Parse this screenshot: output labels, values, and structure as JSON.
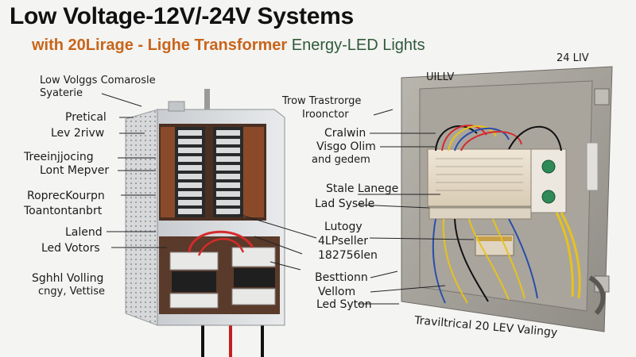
{
  "title": "Low Voltage-12V/-24V Systems",
  "subtitle_a": "with 20Lirage - Lighe Transformer",
  "subtitle_b": "Energy-LED Lights",
  "left_labels": [
    "Low Volggs Comarosle",
    "Syaterie",
    "Pretical",
    "Lev 2rivw",
    "Treeinjjocing",
    "Lont Mepver",
    "RoprecKourpn",
    "Toantontanbrt",
    "Lalend",
    "Led Votors",
    "Sghhl Volling",
    "cngy, Vettise"
  ],
  "middle_labels": [
    "Trow Trastrorge",
    "Iroonctor",
    "Cralwin",
    "Visgo Olim",
    "and gedem",
    "Stale Lanege",
    "Lad Sysele",
    "Lutogy",
    "4LPseller",
    "182756len",
    "Besttionn",
    "Vellom",
    "Led Syton"
  ],
  "right_labels": {
    "top_right": "24 LIV",
    "box_label": "UILLV",
    "bottom": "Traviltrical 20 LEV Valingy"
  },
  "colors": {
    "accent_orange": "#c8651a",
    "accent_green": "#2f5a3a",
    "wire_red": "#d42b2b",
    "wire_yellow": "#e8c21c",
    "wire_blue": "#2a4fa8"
  }
}
